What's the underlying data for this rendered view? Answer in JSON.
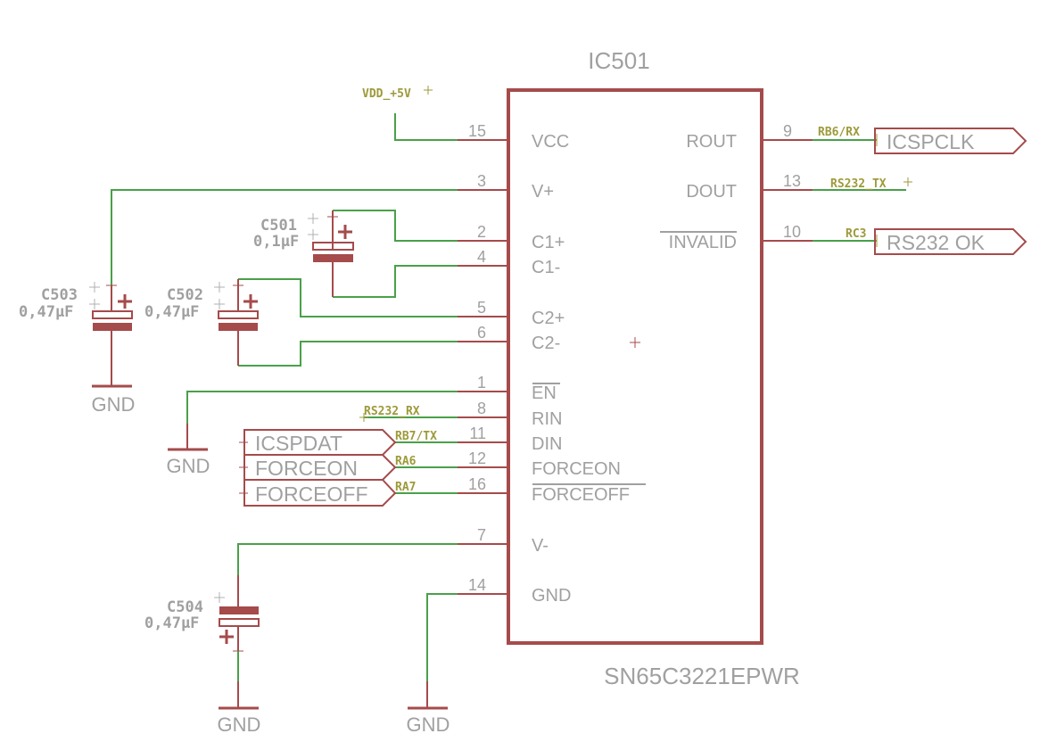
{
  "ic": {
    "name": "IC501",
    "part_number": "SN65C3221EPWR",
    "left_pins": [
      {
        "num": "15",
        "name": "VCC",
        "overline": false
      },
      {
        "num": "3",
        "name": "V+",
        "overline": false
      },
      {
        "num": "2",
        "name": "C1+",
        "overline": false
      },
      {
        "num": "4",
        "name": "C1-",
        "overline": false
      },
      {
        "num": "5",
        "name": "C2+",
        "overline": false
      },
      {
        "num": "6",
        "name": "C2-",
        "overline": false
      },
      {
        "num": "1",
        "name": "EN",
        "overline": true
      },
      {
        "num": "8",
        "name": "RIN",
        "overline": false
      },
      {
        "num": "11",
        "name": "DIN",
        "overline": false
      },
      {
        "num": "12",
        "name": "FORCEON",
        "overline": false
      },
      {
        "num": "16",
        "name": "FORCEOFF",
        "overline": true
      },
      {
        "num": "7",
        "name": "V-",
        "overline": false
      },
      {
        "num": "14",
        "name": "GND",
        "overline": false
      }
    ],
    "right_pins": [
      {
        "num": "9",
        "name": "ROUT",
        "overline": false
      },
      {
        "num": "13",
        "name": "DOUT",
        "overline": false
      },
      {
        "num": "10",
        "name": "INVALID",
        "overline": true
      }
    ]
  },
  "nets": {
    "vdd": "VDD_+5V",
    "rb6": "RB6/RX",
    "rs232_tx": "RS232_TX",
    "rc3": "RC3",
    "rs232_rx": "RS232_RX",
    "rb7": "RB7/TX",
    "ra6": "RA6",
    "ra7": "RA7"
  },
  "labels": {
    "icspclk": "ICSPCLK",
    "rs232ok": "RS232 OK",
    "icspdat": "ICSPDAT",
    "forceon": "FORCEON",
    "forceoff": "FORCEOFF"
  },
  "capacitors": [
    {
      "ref": "C501",
      "value": "0,1µF"
    },
    {
      "ref": "C502",
      "value": "0,47µF"
    },
    {
      "ref": "C503",
      "value": "0,47µF"
    },
    {
      "ref": "C504",
      "value": "0,47µF"
    }
  ],
  "gnd_label": "GND"
}
